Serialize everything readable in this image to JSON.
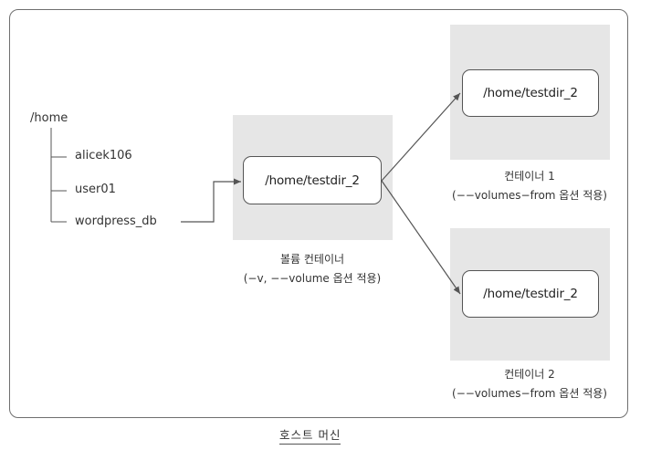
{
  "host": {
    "label": "호스트 머신"
  },
  "tree": {
    "root": "/home",
    "children": [
      "alicek106",
      "user01",
      "wordpress_db"
    ]
  },
  "volume_container": {
    "path": "/home/testdir_2",
    "caption_line1": "볼륨 컨테이너",
    "caption_line2": "(−v, −−volume 옵션 적용)"
  },
  "container1": {
    "path": "/home/testdir_2",
    "caption_line1": "컨테이너 1",
    "caption_line2": "(−−volumes−from 옵션 적용)"
  },
  "container2": {
    "path": "/home/testdir_2",
    "caption_line1": "컨테이너 2",
    "caption_line2": "(−−volumes−from 옵션 적용)"
  },
  "colors": {
    "panel": "#e6e6e6",
    "line": "#555555",
    "frame": "#6f6f6f"
  }
}
